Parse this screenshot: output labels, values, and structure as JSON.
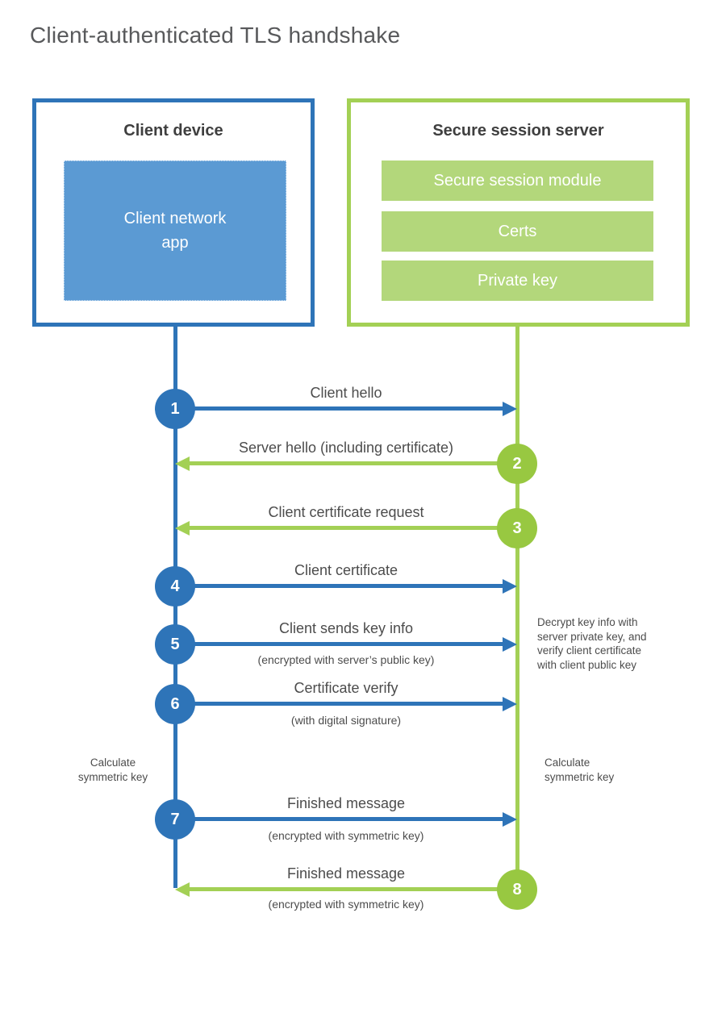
{
  "title": "Client-authenticated TLS handshake",
  "client": {
    "title": "Client device",
    "app_label": "Client network\napp"
  },
  "server": {
    "title": "Secure session server",
    "modules": [
      "Secure session module",
      "Certs",
      "Private key"
    ]
  },
  "messages": [
    {
      "step": "1",
      "label": "Client hello",
      "from": "client",
      "to": "server"
    },
    {
      "step": "2",
      "label": "Server hello (including certificate)",
      "from": "server",
      "to": "client"
    },
    {
      "step": "3",
      "label": "Client certificate request",
      "from": "server",
      "to": "client"
    },
    {
      "step": "4",
      "label": "Client certificate",
      "from": "client",
      "to": "server"
    },
    {
      "step": "5",
      "label": "Client sends key info",
      "sublabel": "(encrypted with server’s public key)",
      "from": "client",
      "to": "server"
    },
    {
      "step": "6",
      "label": "Certificate verify",
      "sublabel": "(with digital signature)",
      "from": "client",
      "to": "server"
    },
    {
      "step": "7",
      "label": "Finished message",
      "sublabel": "(encrypted with symmetric key)",
      "from": "client",
      "to": "server"
    },
    {
      "step": "8",
      "label": "Finished message",
      "sublabel": "(encrypted with symmetric key)",
      "from": "server",
      "to": "client"
    }
  ],
  "notes": {
    "decrypt": "Decrypt key info with\nserver private key, and\nverify client certificate\nwith client public key",
    "calc_client": "Calculate\nsymmetric key",
    "calc_server": "Calculate\nsymmetric key"
  },
  "colors": {
    "blue": "#2e74b8",
    "blue_fill": "#5b9ad3",
    "green": "#a3d055",
    "green_circle": "#98c841",
    "green_fill": "#b3d77b",
    "title_gray": "#58595b",
    "text_dark": "#3f3f3f",
    "text_gray": "#4c4c4c"
  }
}
